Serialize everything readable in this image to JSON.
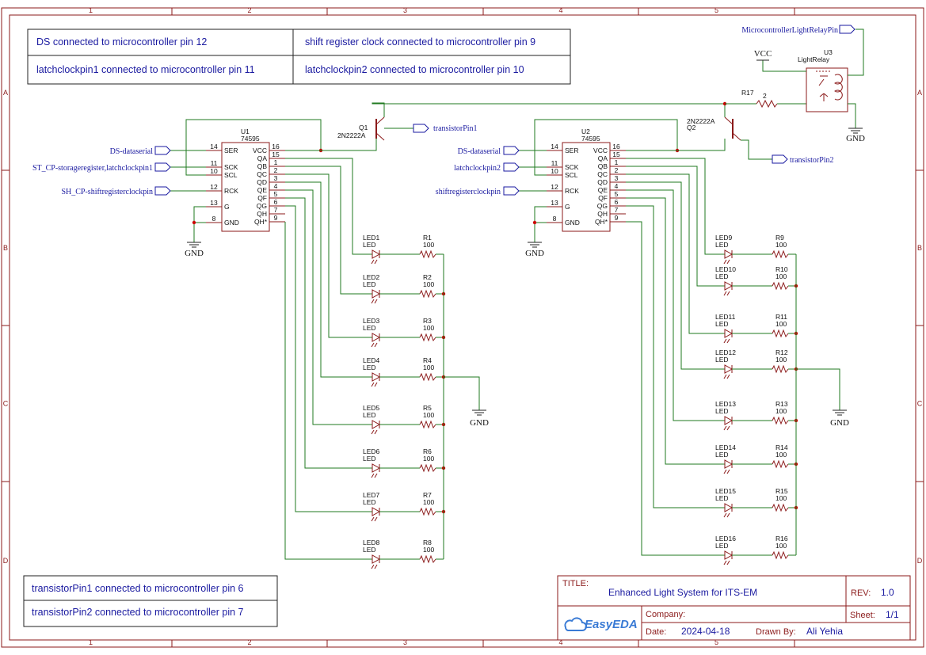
{
  "zones": {
    "columns": [
      "1",
      "2",
      "3",
      "4",
      "5"
    ],
    "rows": [
      "A",
      "B",
      "C",
      "D"
    ]
  },
  "notes_top": [
    {
      "text": "DS connected to microcontroller pin 12"
    },
    {
      "text": "shift register clock connected to microcontroller pin 9"
    },
    {
      "text": "latchclockpin1 connected to microcontroller pin 11"
    },
    {
      "text": "latchclockpin2 connected to microcontroller pin 10"
    }
  ],
  "notes_bottom": [
    {
      "text": "transistorPin1 connected to microcontroller pin 6"
    },
    {
      "text": "transistorPin2 connected to microcontroller pin 7"
    }
  ],
  "u1": {
    "ref": "U1",
    "part": "74595",
    "net_ser": "DS-dataserial",
    "net_sck": "ST_CP-storageregister,latchclockpin1",
    "net_rck": "SH_CP-shiftregisterclockpin"
  },
  "u2": {
    "ref": "U2",
    "part": "74595",
    "net_ser": "DS-dataserial",
    "net_sck": "latchclockpin2",
    "net_rck": "shiftregisterclockpin"
  },
  "ic_pins_left": [
    {
      "num": "14",
      "name": "SER"
    },
    {
      "num": "11",
      "name": "SCK"
    },
    {
      "num": "10",
      "name": "SCL"
    },
    {
      "num": "12",
      "name": "RCK"
    },
    {
      "num": "13",
      "name": "G"
    },
    {
      "num": "8",
      "name": "GND"
    }
  ],
  "ic_pins_right": [
    {
      "num": "16",
      "name": "VCC"
    },
    {
      "num": "15",
      "name": "QA"
    },
    {
      "num": "1",
      "name": "QB"
    },
    {
      "num": "2",
      "name": "QC"
    },
    {
      "num": "3",
      "name": "QD"
    },
    {
      "num": "4",
      "name": "QE"
    },
    {
      "num": "5",
      "name": "QF"
    },
    {
      "num": "6",
      "name": "QG"
    },
    {
      "num": "7",
      "name": "QH"
    },
    {
      "num": "9",
      "name": "QH*"
    }
  ],
  "q1": {
    "ref": "Q1",
    "part": "2N2222A",
    "net": "transistorPin1"
  },
  "q2": {
    "ref": "Q2",
    "part": "2N2222A",
    "net": "transistorPin2"
  },
  "relay": {
    "ref": "U3",
    "part": "LightRelay",
    "net": "MicrocontrollerLightRelayPin",
    "vcc": "VCC"
  },
  "r17": {
    "ref": "R17",
    "value": "2"
  },
  "gnd_label": "GND",
  "led_type": "LED",
  "res_value": "100",
  "led_group_left": [
    {
      "led": "LED1",
      "res": "R1"
    },
    {
      "led": "LED2",
      "res": "R2"
    },
    {
      "led": "LED3",
      "res": "R3"
    },
    {
      "led": "LED4",
      "res": "R4"
    },
    {
      "led": "LED5",
      "res": "R5"
    },
    {
      "led": "LED6",
      "res": "R6"
    },
    {
      "led": "LED7",
      "res": "R7"
    },
    {
      "led": "LED8",
      "res": "R8"
    }
  ],
  "led_group_right": [
    {
      "led": "LED9",
      "res": "R9"
    },
    {
      "led": "LED10",
      "res": "R10"
    },
    {
      "led": "LED11",
      "res": "R11"
    },
    {
      "led": "LED12",
      "res": "R12"
    },
    {
      "led": "LED13",
      "res": "R13"
    },
    {
      "led": "LED14",
      "res": "R14"
    },
    {
      "led": "LED15",
      "res": "R15"
    },
    {
      "led": "LED16",
      "res": "R16"
    }
  ],
  "title_block": {
    "title_label": "TITLE:",
    "title": "Enhanced Light System for ITS-EM",
    "rev_label": "REV:",
    "rev": "1.0",
    "company_label": "Company:",
    "company": "",
    "sheet_label": "Sheet:",
    "sheet": "1/1",
    "date_label": "Date:",
    "date": "2024-04-18",
    "drawn_label": "Drawn By:",
    "drawn_by": "Ali Yehia",
    "logo": "EasyEDA"
  },
  "colors": {
    "frame": "#8b1a1a",
    "wire": "#1f7a1f",
    "net_label": "#1a1aa0",
    "junction": "#cc0000"
  }
}
